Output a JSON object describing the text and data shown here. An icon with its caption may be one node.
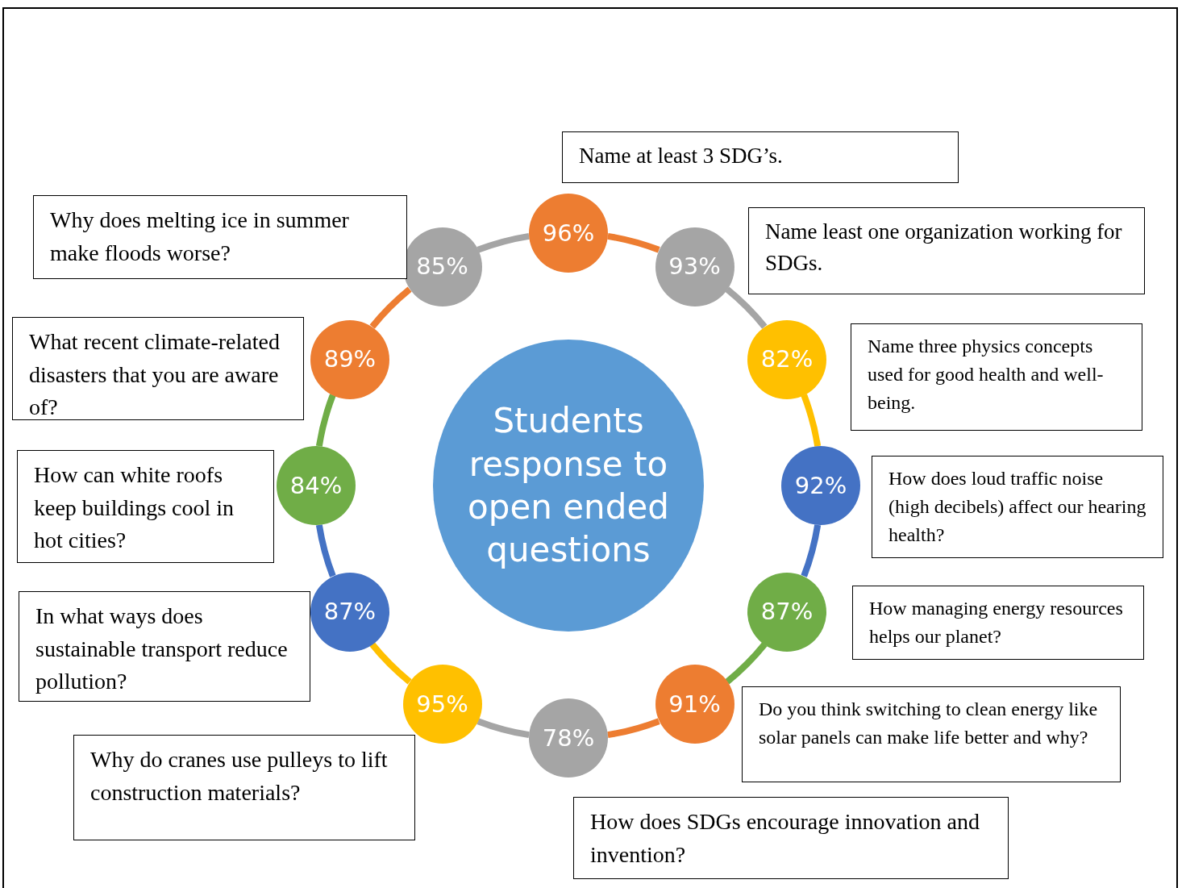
{
  "diagram": {
    "nodes": [
      {
        "text": [
          "Students response to open ended questions"
        ]
      },
      {
        "text": [
          "96%"
        ]
      },
      {
        "text": [
          "93%"
        ]
      },
      {
        "text": [
          "82%"
        ]
      },
      {
        "text": [
          "92%"
        ]
      },
      {
        "text": [
          "87%"
        ]
      },
      {
        "text": [
          "91%"
        ]
      },
      {
        "text": [
          "78%"
        ]
      },
      {
        "text": [
          "95%"
        ]
      },
      {
        "text": [
          "87%"
        ]
      },
      {
        "text": [
          "84%"
        ]
      },
      {
        "text": [
          "89%"
        ]
      },
      {
        "text": [
          "85%"
        ]
      },
      {
        "text": [
          "Name at least 3 SDG’s."
        ]
      },
      {
        "text": [
          "Name least one organization working for SDGs."
        ]
      },
      {
        "text": [
          "Name three physics concepts used for good health and well-being."
        ]
      },
      {
        "text": [
          "How does loud traffic noise (high decibels) affect our hearing health?"
        ]
      },
      {
        "text": [
          "How managing energy resources helps our planet?"
        ]
      },
      {
        "text": [
          "Do you think switching to clean energy like solar panels can make life better and why?"
        ]
      },
      {
        "text": [
          "How does SDGs encourage innovation and invention?"
        ]
      },
      {
        "text": [
          "Why do cranes use pulleys to lift construction materials?"
        ]
      },
      {
        "text": [
          "In what ways does sustainable transport reduce pollution?"
        ]
      },
      {
        "text": [
          "How can white roofs keep buildings cool in hot cities?"
        ]
      },
      {
        "text": [
          "What recent climate-related disasters that you are aware of?"
        ]
      },
      {
        "text": [
          "Why does melting ice in summer make floods worse?"
        ]
      }
    ],
    "edges": [
      {
        "from": 1,
        "to": 2,
        "arrow": "none",
        "color": "#ed7d31"
      },
      {
        "from": 2,
        "to": 3,
        "arrow": "none",
        "color": "#a5a5a5"
      },
      {
        "from": 3,
        "to": 4,
        "arrow": "none",
        "color": "#ffc000"
      },
      {
        "from": 4,
        "to": 5,
        "arrow": "none",
        "color": "#4472c4"
      },
      {
        "from": 5,
        "to": 6,
        "arrow": "none",
        "color": "#70ad47"
      },
      {
        "from": 6,
        "to": 7,
        "arrow": "none",
        "color": "#ed7d31"
      },
      {
        "from": 7,
        "to": 8,
        "arrow": "none",
        "color": "#a5a5a5"
      },
      {
        "from": 8,
        "to": 9,
        "arrow": "none",
        "color": "#ffc000"
      },
      {
        "from": 9,
        "to": 10,
        "arrow": "none",
        "color": "#4472c4"
      },
      {
        "from": 10,
        "to": 11,
        "arrow": "none",
        "color": "#70ad47"
      },
      {
        "from": 11,
        "to": 12,
        "arrow": "none",
        "color": "#ed7d31"
      },
      {
        "from": 12,
        "to": 1,
        "arrow": "none",
        "color": "#a5a5a5"
      }
    ]
  }
}
